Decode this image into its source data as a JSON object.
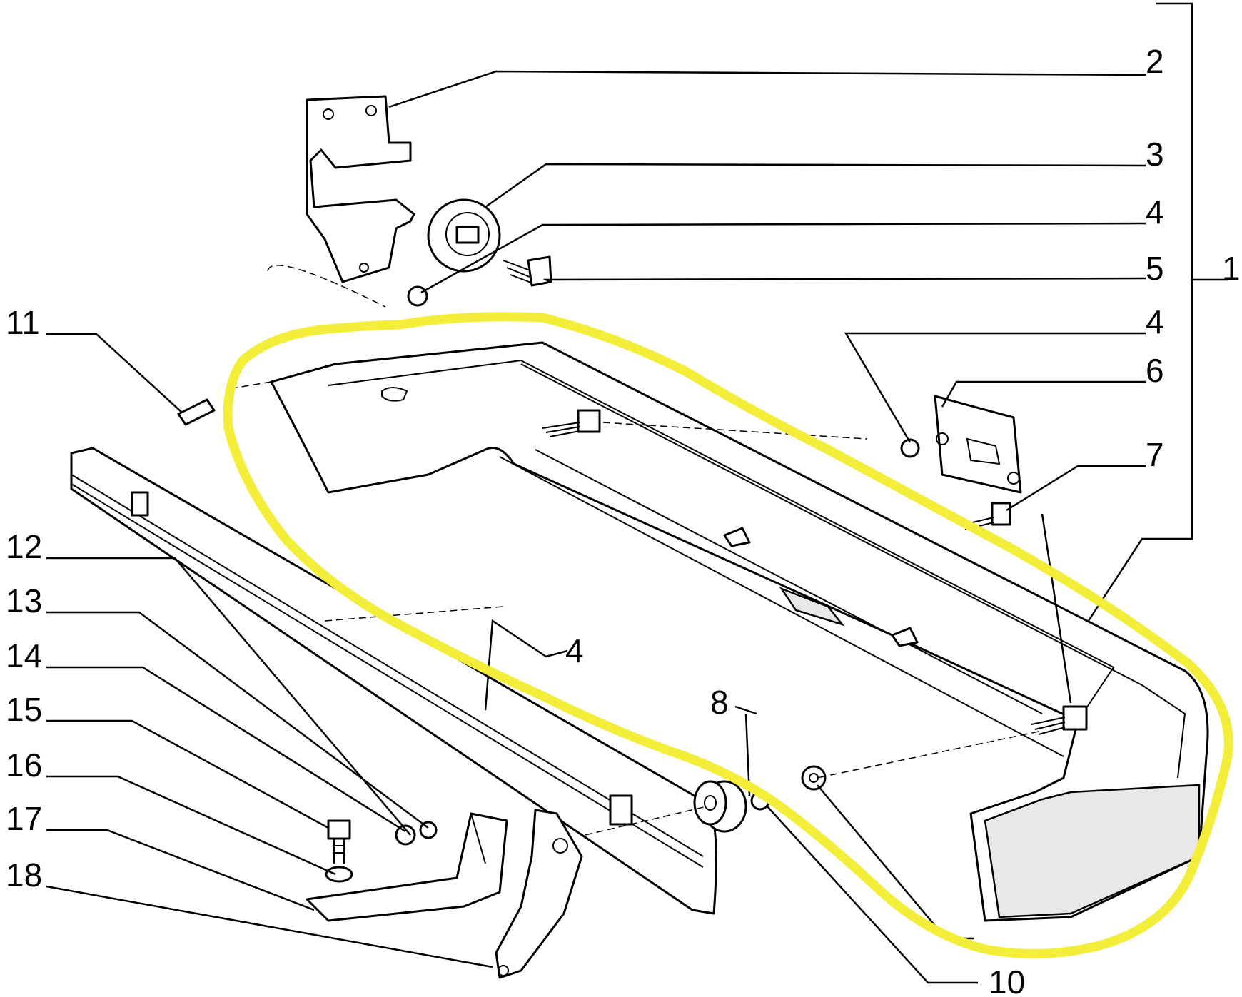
{
  "callouts": {
    "c1": "1",
    "c2": "2",
    "c3": "3",
    "c4a": "4",
    "c5": "5",
    "c4b": "4",
    "c6": "6",
    "c7": "7",
    "c8": "8",
    "c4c": "4",
    "c11": "11",
    "c12": "12",
    "c13": "13",
    "c14": "14",
    "c15": "15",
    "c16": "16",
    "c17": "17",
    "c18": "18",
    "c10": "10"
  },
  "colors": {
    "highlight": "#f2ee3a",
    "line": "#000000",
    "background": "#ffffff"
  }
}
